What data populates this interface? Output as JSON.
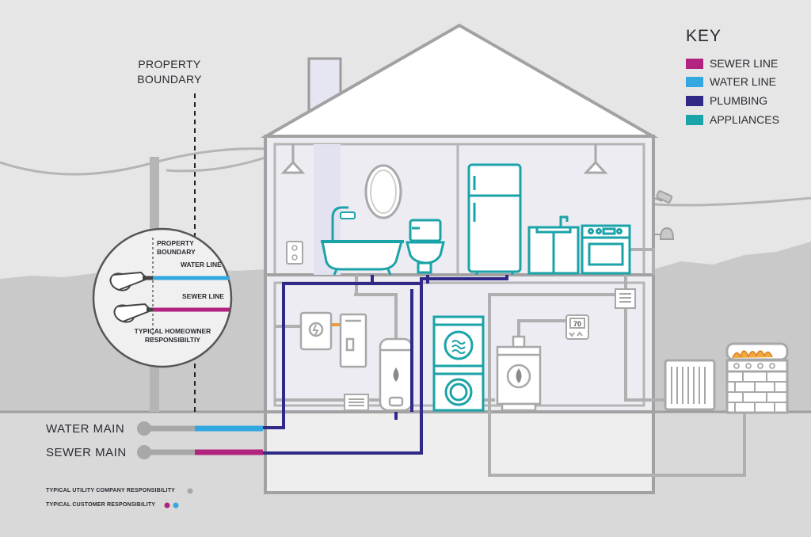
{
  "key": {
    "title": "KEY",
    "items": [
      {
        "label": "SEWER LINE",
        "color": "#b0237f"
      },
      {
        "label": "WATER LINE",
        "color": "#33a8e0"
      },
      {
        "label": "PLUMBING",
        "color": "#302987"
      },
      {
        "label": "APPLIANCES",
        "color": "#1aa3a8"
      }
    ]
  },
  "property_boundary": "PROPERTY BOUNDARY",
  "detail_circle": {
    "boundary": "PROPERTY BOUNDARY",
    "water_line": "WATER LINE",
    "sewer_line": "SEWER LINE",
    "homeowner": "TYPICAL HOMEOWNER RESPONSIBILTIY"
  },
  "mains": {
    "water": "WATER MAIN",
    "sewer": "SEWER MAIN"
  },
  "legend_bottom": {
    "utility": "TYPICAL UTILITY  COMPANY RESPONSIBILITY",
    "customer": "TYPICAL CUSTOMER RESPONSIBILITY"
  },
  "thermostat_reading": "70",
  "colors": {
    "sewer": "#b0237f",
    "water": "#33a8e0",
    "plumbing": "#302987",
    "appliances": "#1aa3a8",
    "line_gray": "#a8a8a8"
  }
}
